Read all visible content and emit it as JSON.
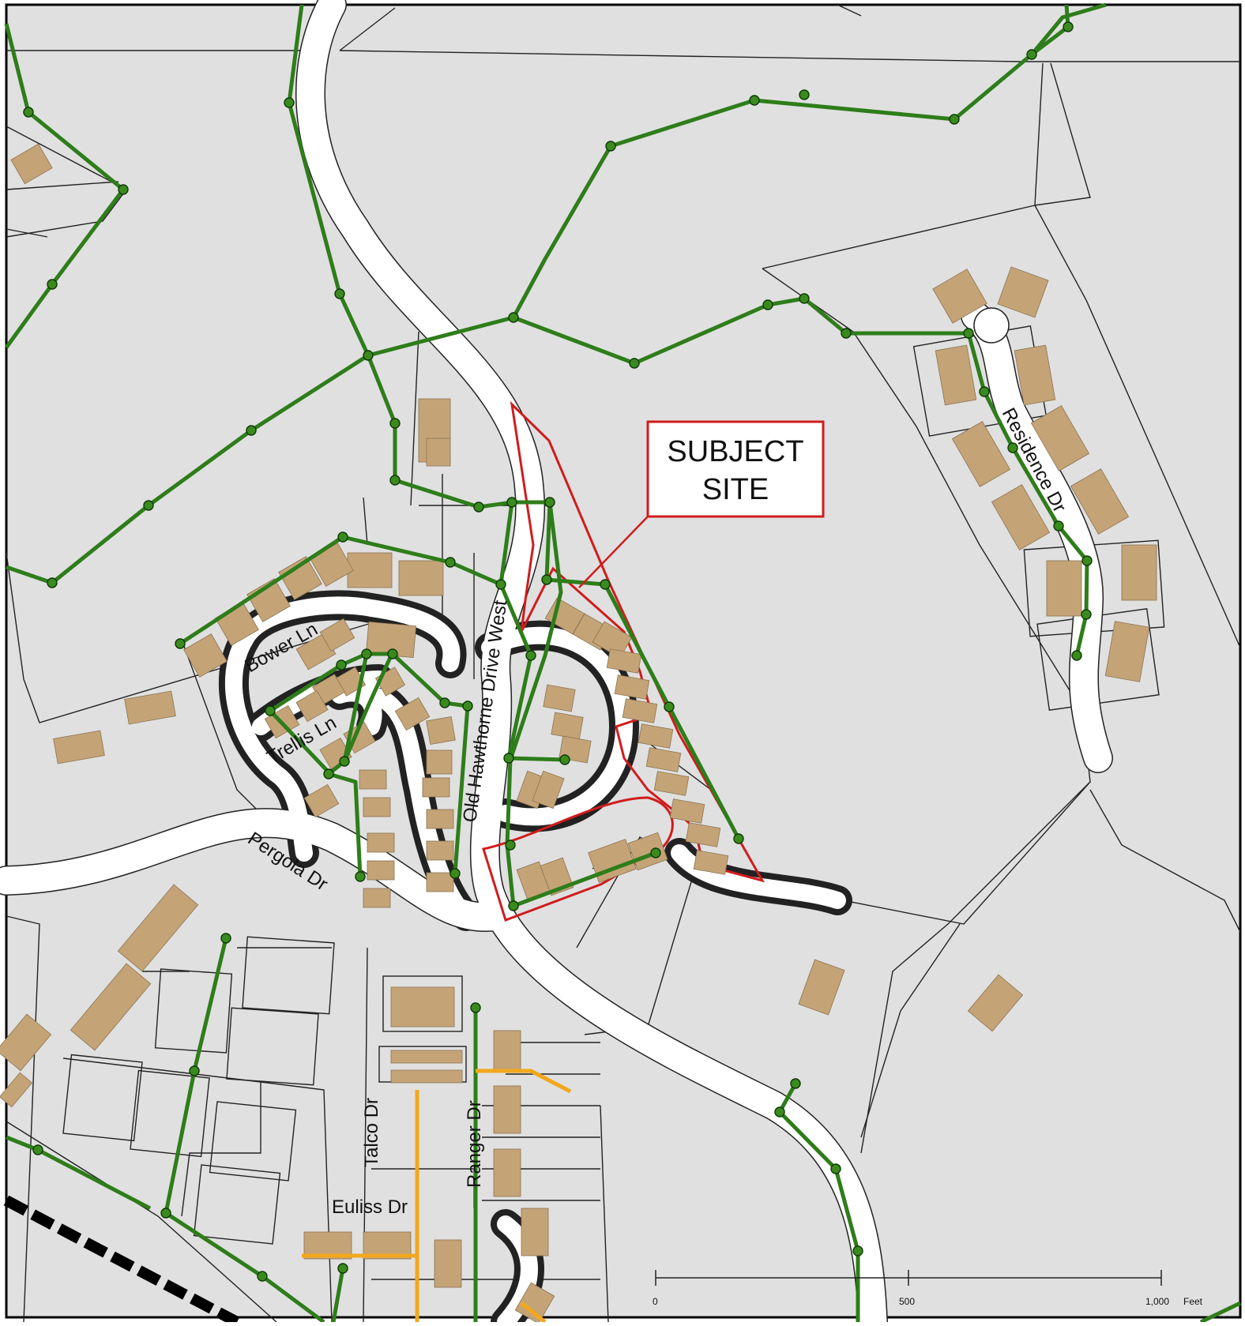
{
  "map": {
    "callout": {
      "line1": "SUBJECT",
      "line2": "SITE"
    },
    "roads": {
      "old_hawthorne": "Old Hawthorne Drive West",
      "pergola": "Pergola Dr",
      "residence": "Residence Dr",
      "bower": "Bower Ln",
      "trellis": "Trellis Ln",
      "talco": "Talco Dr",
      "ranger": "Ranger Dr",
      "euliss": "Euliss Dr"
    },
    "scale_bar": {
      "tick_0": "0",
      "tick_mid": "500",
      "tick_max": "1,000",
      "unit": "Feet"
    },
    "colors": {
      "background": "#e0e0e0",
      "road": "#ffffff",
      "parcel_line": "#222222",
      "trail": "#2e7d1a",
      "trail_node": "#3a8a1e",
      "building": "#c4a477",
      "subject_site": "#d01c1c",
      "proposed_trail": "#f2a81d"
    }
  }
}
